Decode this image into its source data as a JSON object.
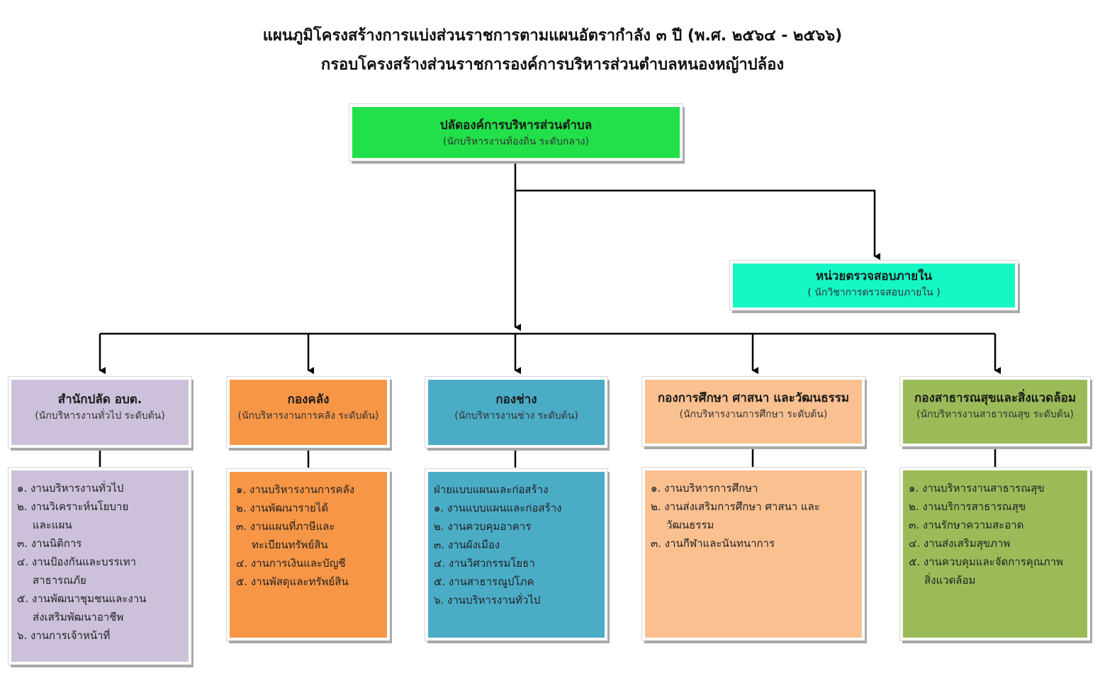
{
  "title": {
    "line1": "แผนภูมิโครงสร้างการแบ่งส่วนราชการตามแผนอัตรากำลัง ๓ ปี (พ.ศ. ๒๕๖๔ - ๒๕๖๖)",
    "line2": "กรอบโครงสร้างส่วนราชการองค์การบริหารส่วนตำบลหนองหญ้าปล้อง"
  },
  "colors": {
    "top": "#22e04a",
    "audit": "#15f7c5",
    "office": "#ccc0da",
    "finance": "#f79646",
    "engineering": "#4bacc6",
    "education": "#fac090",
    "health": "#9bbb59"
  },
  "top": {
    "name": "ปลัดองค์การบริหารส่วนตำบล",
    "sub": "(นักบริหารงานท้องถิ่น ระดับกลาง)"
  },
  "audit": {
    "name": "หน่วยตรวจสอบภายใน",
    "sub": "( นักวิชาการตรวจสอบภายใน  )"
  },
  "divisions": [
    {
      "name": "สำนักปลัด อบต.",
      "sub": "(นักบริหารงานทั่วไป ระดับต้น)",
      "tasks": [
        "๑. งานบริหารงานทั่วไป",
        "๒. งานวิเคราะห์นโยบาย",
        "และแผน",
        "๓. งานนิติการ",
        "๔. งานป้องกันและบรรเทา",
        "สาธารณภัย",
        "๕. งานพัฒนาชุมชนและงาน",
        "ส่งเสริมพัฒนาอาชีพ",
        "๖. งานการเจ้าหน้าที่"
      ]
    },
    {
      "name": "กองคลัง",
      "sub": "(นักบริหารงานการคลัง ระดับต้น)",
      "tasks": [
        "๑. งานบริหารงานการคลัง",
        "๒. งานพัฒนารายได้",
        "๓. งานแผนที่ภาษีและ",
        "ทะเบียนทรัพย์สิน",
        "๔. งานการเงินและบัญชี",
        "๕. งานพัสดุและทรัพย์สิน"
      ]
    },
    {
      "name": "กองช่าง",
      "sub": "(นักบริหารงานช่าง ระดับต้น)",
      "tasks": [
        "ฝ่ายแบบแผนและก่อสร้าง",
        "๑. งานแบบแผนและก่อสร้าง",
        "๒. งานควบคุมอาคาร",
        "๓. งานผังเมือง",
        "๔. งานวิศวกรรมโยธา",
        "๕. งานสาธารณูปโภค",
        "๖. งานบริหารงานทั่วไป"
      ]
    },
    {
      "name": "กองการศึกษา ศาสนา และวัฒนธรรม",
      "sub": "(นักบริหารงานการศึกษา ระดับต้น)",
      "tasks": [
        "๑. งานบริหารการศึกษา",
        "๒. งานส่งเสริมการศึกษา ศาสนา และ",
        "วัฒนธรรม",
        "๓. งานกีฬาและนันทนาการ"
      ]
    },
    {
      "name": "กองสาธารณสุขและสิ่งแวดล้อม",
      "sub": "(นักบริหารงานสาธารณสุข ระดับต้น)",
      "tasks": [
        "๑. งานบริหารงานสาธารณสุข",
        "๒. งานบริการสาธารณสุข",
        "๓. งานรักษาความสะอาด",
        "๔. งานส่งเสริมสุขภาพ",
        "๕. งานควบคุมและจัดการคุณภาพ",
        "สิ่งแวดล้อม"
      ]
    }
  ]
}
